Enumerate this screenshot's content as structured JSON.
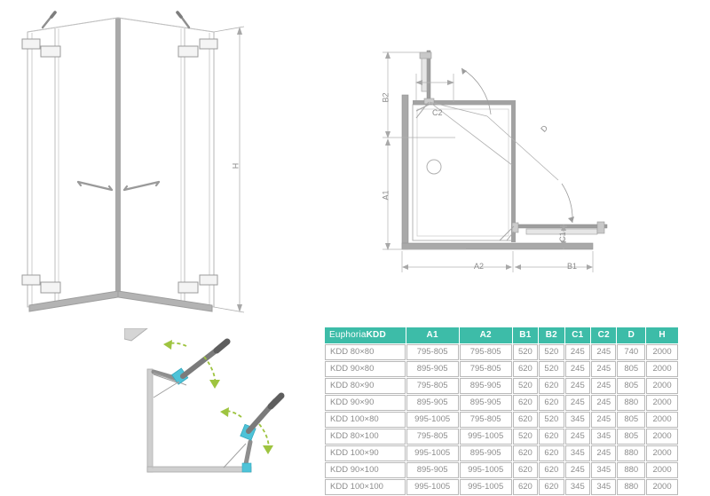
{
  "drawings": {
    "isometric": {
      "name": "euphoria-kdd-isometric-view",
      "height_label": "H",
      "handle_count": 2,
      "hinge_count": 8
    },
    "plan": {
      "name": "euphoria-kdd-plan-view",
      "labels": {
        "b2": "B2",
        "a1": "A1",
        "c2": "C2",
        "c1": "C1",
        "d": "D",
        "a2": "A2",
        "b1": "B1"
      }
    },
    "opening_detail": {
      "name": "door-opening-direction-detail",
      "arrow_color": "#9ec440",
      "hinge_color": "#4ec3d8"
    }
  },
  "table": {
    "accent_color": "#3dbca8",
    "text_color": "#8d8d8d",
    "headers": {
      "name_brand": "Euphoria",
      "name_model": "KDD",
      "cols": [
        "A1",
        "A2",
        "B1",
        "B2",
        "C1",
        "C2",
        "D",
        "H"
      ]
    },
    "rows": [
      {
        "name": "KDD 80×80",
        "a1": "795-805",
        "a2": "795-805",
        "b1": "520",
        "b2": "520",
        "c1": "245",
        "c2": "245",
        "d": "740",
        "h": "2000"
      },
      {
        "name": "KDD 90×80",
        "a1": "895-905",
        "a2": "795-805",
        "b1": "620",
        "b2": "520",
        "c1": "245",
        "c2": "245",
        "d": "805",
        "h": "2000"
      },
      {
        "name": "KDD 80×90",
        "a1": "795-805",
        "a2": "895-905",
        "b1": "520",
        "b2": "620",
        "c1": "245",
        "c2": "245",
        "d": "805",
        "h": "2000"
      },
      {
        "name": "KDD 90×90",
        "a1": "895-905",
        "a2": "895-905",
        "b1": "620",
        "b2": "620",
        "c1": "245",
        "c2": "245",
        "d": "880",
        "h": "2000"
      },
      {
        "name": "KDD 100×80",
        "a1": "995-1005",
        "a2": "795-805",
        "b1": "620",
        "b2": "520",
        "c1": "345",
        "c2": "245",
        "d": "805",
        "h": "2000"
      },
      {
        "name": "KDD 80×100",
        "a1": "795-805",
        "a2": "995-1005",
        "b1": "520",
        "b2": "620",
        "c1": "245",
        "c2": "345",
        "d": "805",
        "h": "2000"
      },
      {
        "name": "KDD 100×90",
        "a1": "995-1005",
        "a2": "895-905",
        "b1": "620",
        "b2": "620",
        "c1": "345",
        "c2": "245",
        "d": "880",
        "h": "2000"
      },
      {
        "name": "KDD 90×100",
        "a1": "895-905",
        "a2": "995-1005",
        "b1": "620",
        "b2": "620",
        "c1": "245",
        "c2": "345",
        "d": "880",
        "h": "2000"
      },
      {
        "name": "KDD 100×100",
        "a1": "995-1005",
        "a2": "995-1005",
        "b1": "620",
        "b2": "620",
        "c1": "345",
        "c2": "345",
        "d": "880",
        "h": "2000"
      }
    ]
  }
}
